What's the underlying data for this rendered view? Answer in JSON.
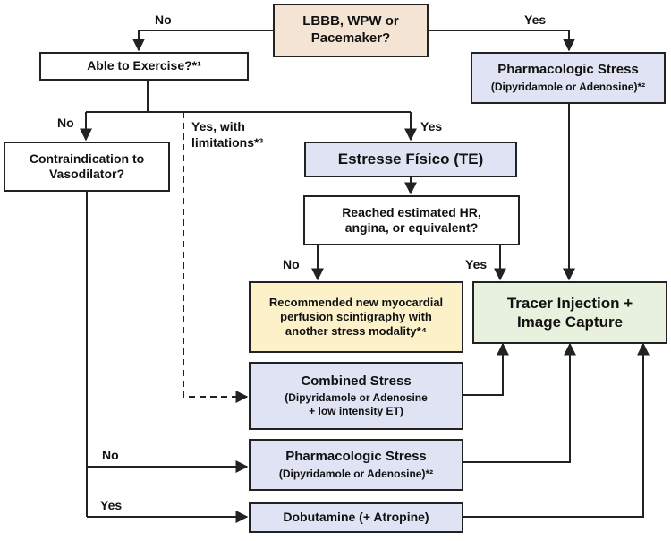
{
  "nodes": {
    "start": {
      "line1": "LBBB, WPW or",
      "line2": "Pacemaker?"
    },
    "exercise": {
      "text": "Able to Exercise?*¹"
    },
    "pharm_top": {
      "title": "Pharmacologic Stress",
      "sub": "(Dipyridamole or Adenosine)*²"
    },
    "contra": {
      "line1": "Contraindication to",
      "line2": "Vasodilator?"
    },
    "physical": {
      "text": "Estresse Físico (TE)"
    },
    "reached": {
      "line1": "Reached estimated HR,",
      "line2": "angina, or equivalent?"
    },
    "recommend": {
      "line1": "Recommended new myocardial",
      "line2": "perfusion scintigraphy with",
      "line3": "another stress modality*⁴"
    },
    "tracer": {
      "line1": "Tracer Injection +",
      "line2": "Image Capture"
    },
    "combined": {
      "title": "Combined Stress",
      "sub1": "(Dipyridamole or Adenosine",
      "sub2": "+ low intensity ET)"
    },
    "pharm_bottom": {
      "title": "Pharmacologic Stress",
      "sub": "(Dipyridamole or Adenosine)*²"
    },
    "dobutamine": {
      "text": "Dobutamine (+ Atropine)"
    }
  },
  "labels": {
    "start_no": "No",
    "start_yes": "Yes",
    "exercise_no": "No",
    "exercise_limited_1": "Yes, with",
    "exercise_limited_2": "limitations*³",
    "exercise_yes": "Yes",
    "reached_no": "No",
    "reached_yes": "Yes",
    "contra_no": "No",
    "contra_yes": "Yes"
  },
  "colors": {
    "line": "#222222",
    "start_fill": "#f3e4d4",
    "stress_fill": "#dfe3f3",
    "recommend_fill": "#fcf1c8",
    "tracer_fill": "#e8f1de"
  }
}
